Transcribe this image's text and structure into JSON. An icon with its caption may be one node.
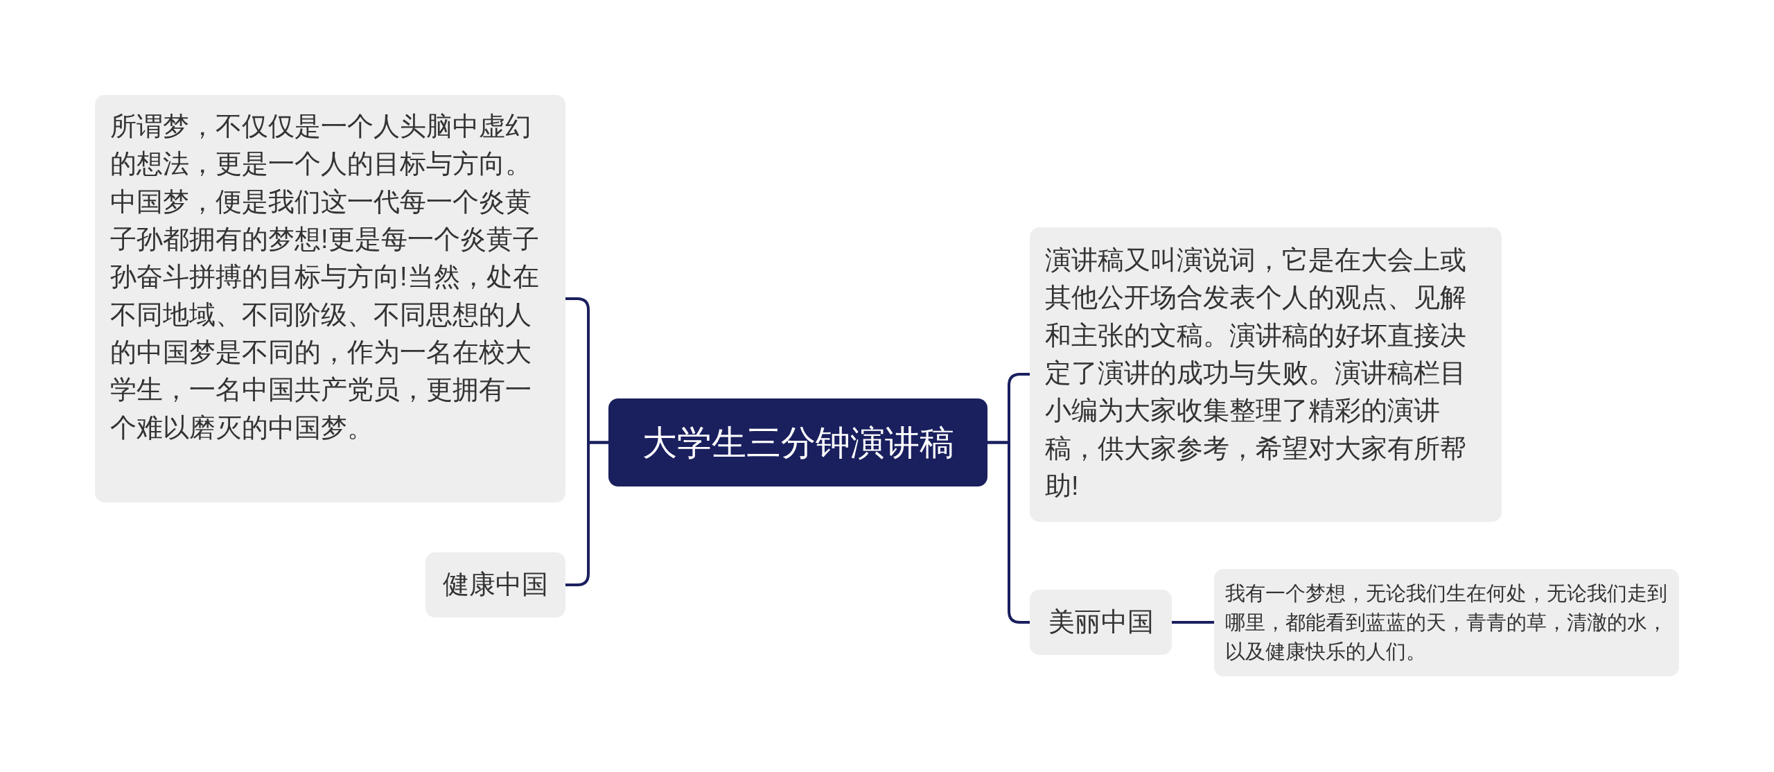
{
  "diagram": {
    "nodes": [
      {
        "text": [
          "大学生三分钟演讲稿"
        ]
      },
      {
        "text": [
          "所谓梦，不仅仅是一个人头脑中虚幻的想法，更是一个人的目标与方向。中国梦，便是我们这一代每一个炎黄子孙都拥有的梦想!更是每一个炎黄子孙奋斗拼搏的目标与方向!当然，处在不同地域、不同阶级、不同思想的人的中国梦是不同的，作为一名在校大学生，一名中国共产党员，更拥有一个难以磨灭的中国梦。"
        ]
      },
      {
        "text": [
          "健康中国"
        ]
      },
      {
        "text": [
          "演讲稿又叫演说词，它是在大会上或其他公开场合发表个人的观点、见解和主张的文稿。演讲稿的好坏直接决定了演讲的成功与失败。演讲稿栏目小编为大家收集整理了精彩的演讲稿，供大家参考，希望对大家有所帮助!"
        ]
      },
      {
        "text": [
          "美丽中国"
        ]
      },
      {
        "text": [
          "我有一个梦想，无论我们生在何处，无论我们走到哪里，都能看到蓝蓝的天，青青的草，清澈的水，以及健康快乐的人们。"
        ]
      }
    ],
    "edges": [
      {
        "from": 0,
        "to": 1,
        "arrow": "none"
      },
      {
        "from": 0,
        "to": 2,
        "arrow": "none"
      },
      {
        "from": 0,
        "to": 3,
        "arrow": "none"
      },
      {
        "from": 0,
        "to": 4,
        "arrow": "none"
      },
      {
        "from": 4,
        "to": 5,
        "arrow": "none"
      }
    ]
  }
}
